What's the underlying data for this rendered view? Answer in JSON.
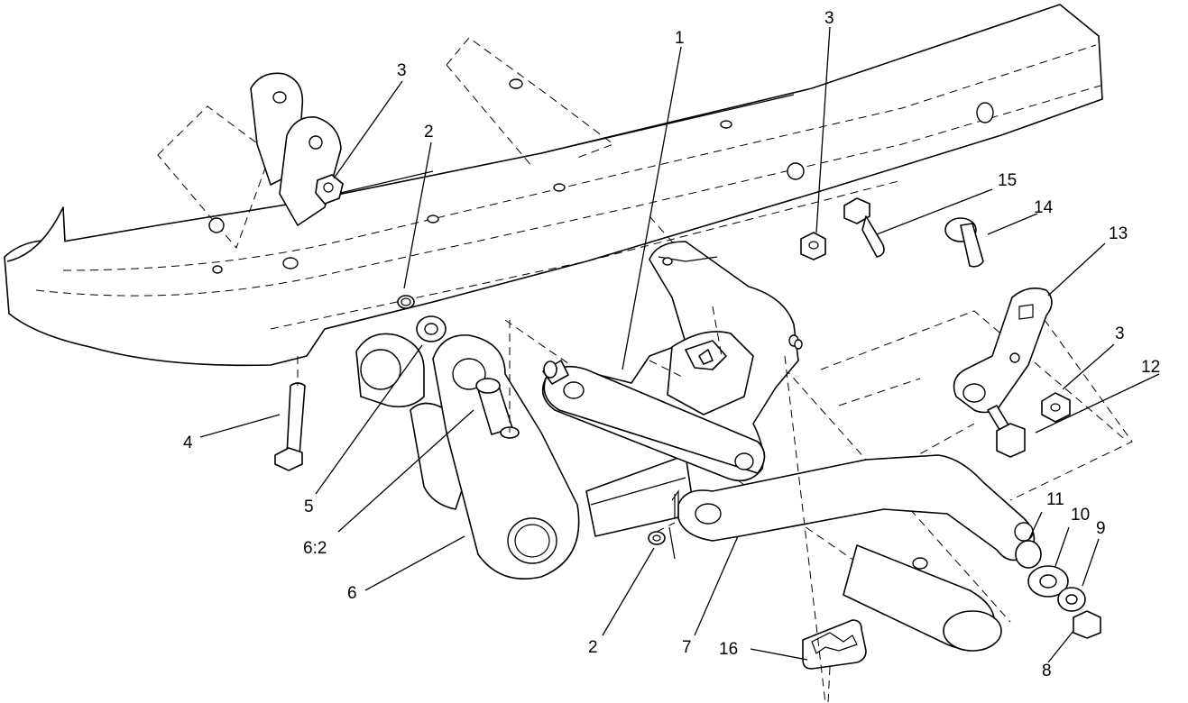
{
  "callouts": {
    "c1": "1",
    "c2a": "2",
    "c2b": "2",
    "c3a": "3",
    "c3b": "3",
    "c3c": "3",
    "c4": "4",
    "c5": "5",
    "c6": "6",
    "c6_2": "6:2",
    "c7": "7",
    "c8": "8",
    "c9": "9",
    "c10": "10",
    "c11": "11",
    "c12": "12",
    "c13": "13",
    "c14": "14",
    "c15": "15",
    "c16": "16"
  }
}
